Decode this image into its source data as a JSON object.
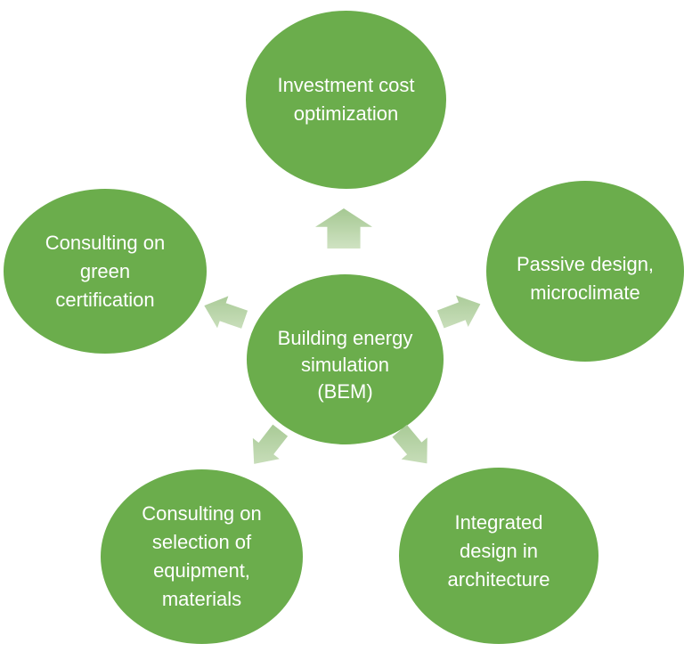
{
  "colors": {
    "background": "#ffffff",
    "circle": "#6bad4c",
    "arrow_start": "#a5c892",
    "arrow_end": "#cfe2c2",
    "text": "#ffffff"
  },
  "center_node": {
    "label": "Building energy simulation (BEM)",
    "lines": [
      "Building energy",
      "simulation",
      "(BEM)"
    ]
  },
  "nodes": {
    "top": {
      "label": "Investment cost optimization",
      "lines": [
        "Investment cost",
        "optimization"
      ]
    },
    "left": {
      "label": "Consulting on green certification",
      "lines": [
        "Consulting on",
        "green",
        "certification"
      ]
    },
    "right": {
      "label": "Passive design, microclimate",
      "lines": [
        "Passive design,",
        "microclimate"
      ]
    },
    "bottom_left": {
      "label": "Consulting on selection of equipment, materials",
      "lines": [
        "Consulting on",
        "selection of",
        "equipment,",
        "materials"
      ]
    },
    "bottom_right": {
      "label": "Integrated design in architecture",
      "lines": [
        "Integrated",
        "design in",
        "architecture"
      ]
    }
  },
  "arrows": [
    "up",
    "left",
    "right",
    "down-left",
    "down-right"
  ]
}
